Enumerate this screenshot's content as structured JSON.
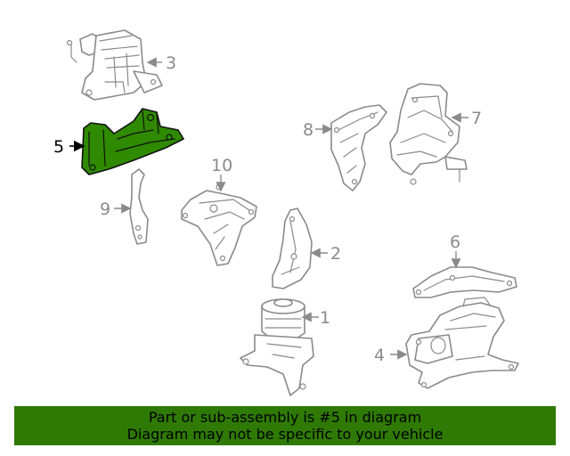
{
  "colors": {
    "highlight": "#2f8a00",
    "banner": "#2f7a05",
    "linework": "#8a8a8a"
  },
  "callouts": {
    "c1": "1",
    "c2": "2",
    "c3": "3",
    "c4": "4",
    "c5": "5",
    "c6": "6",
    "c7": "7",
    "c8": "8",
    "c9": "9",
    "c10": "10"
  },
  "banner": {
    "line1": "Part or sub-assembly is #5 in diagram",
    "line2": "Diagram may not be specific to your vehicle"
  }
}
